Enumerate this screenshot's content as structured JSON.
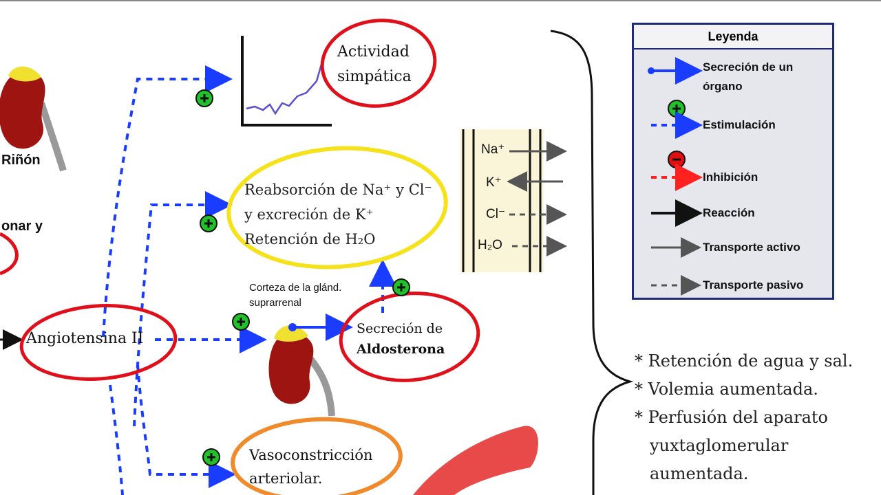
{
  "organs": {
    "kidney_label": "Riñón",
    "adrenal_cortex_label": "Corteza de la glánd. suprarrenal"
  },
  "left_partial": {
    "line1": "onar y"
  },
  "nodes": {
    "angiotensin": "Angiotensina II",
    "sympathetic": "Actividad simpática",
    "reabsorption_line1": "Reabsorción de Na⁺ y Cl⁻",
    "reabsorption_line2": "y excreción de K⁺",
    "reabsorption_line3": "Retención de H₂O",
    "aldosterone_line1": "Secreción de",
    "aldosterone_line2": "Aldosterona",
    "vasoconstriction_line1": "Vasoconstricción",
    "vasoconstriction_line2": "arteriolar."
  },
  "membrane": {
    "ions": [
      "Na⁺",
      "K⁺",
      "Cl⁻",
      "H₂O"
    ]
  },
  "legend": {
    "title": "Leyenda",
    "items": [
      {
        "label": "Secreción de un órgano",
        "line1": "Secreción de un",
        "line2": "órgano"
      },
      {
        "label": "Estimulación"
      },
      {
        "label": "Inhibición"
      },
      {
        "label": "Reacción"
      },
      {
        "label": "Transporte activo"
      },
      {
        "label": "Transporte pasivo"
      }
    ]
  },
  "effects": {
    "items": [
      "* Retención de agua y sal.",
      "* Volemia aumentada.",
      "* Perfusión del aparato",
      "yuxtaglomerular",
      "aumentada."
    ]
  },
  "colors": {
    "stimulation_arrow": "#1a3cff",
    "inhibition_arrow": "#ff2020",
    "plus_badge": "#22c02a",
    "minus_badge": "#e01010",
    "red_circle": "#e0101a",
    "yellow_circle": "#f5e21a",
    "orange_circle": "#f08a2a",
    "kidney": "#9e1410",
    "adrenal": "#f0e030"
  }
}
